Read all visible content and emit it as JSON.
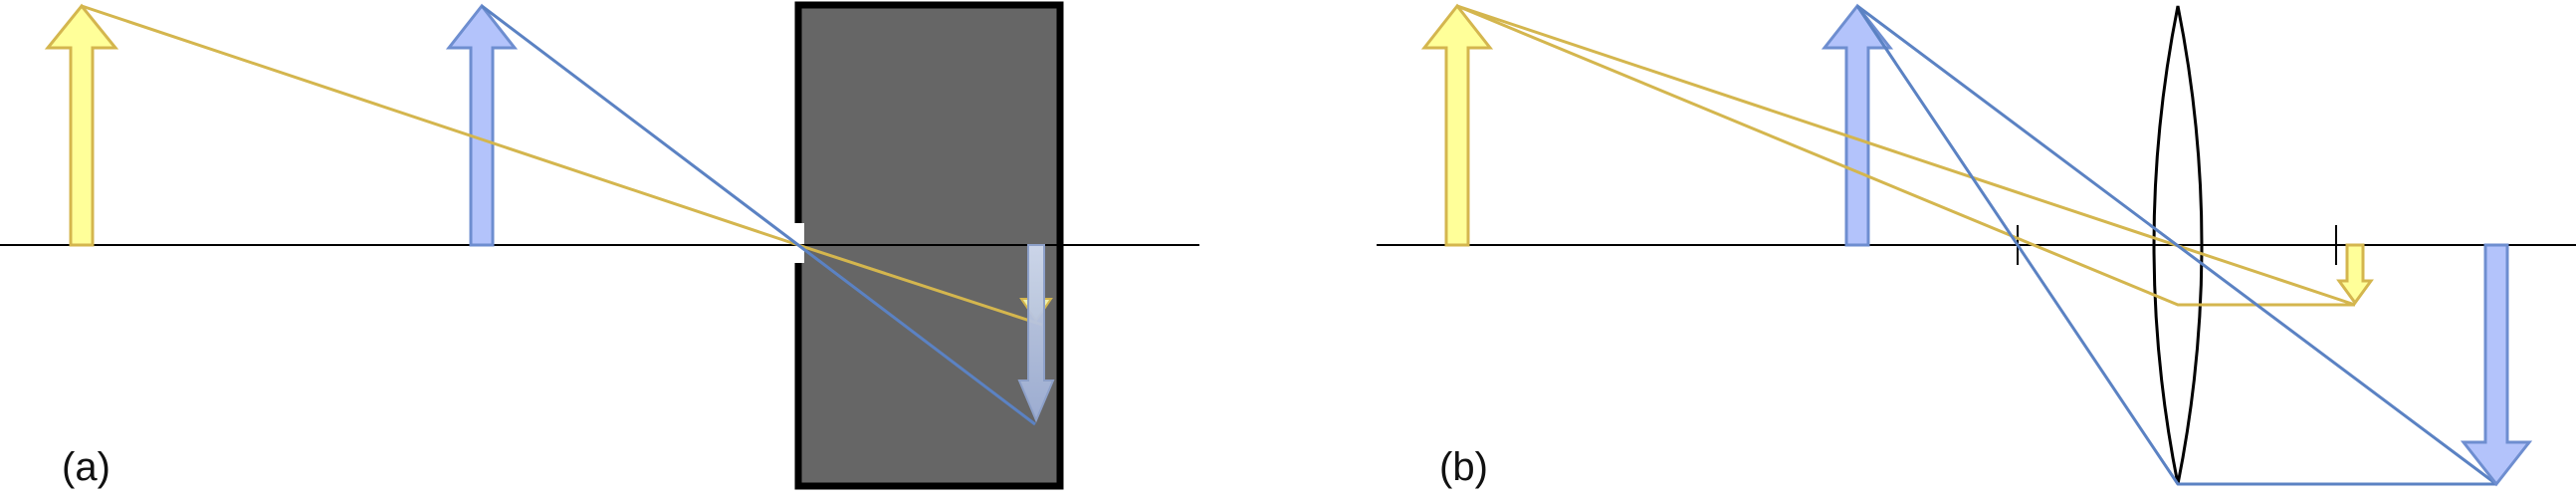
{
  "panels": [
    {
      "id": "a",
      "label": "(a)"
    },
    {
      "id": "b",
      "label": "(b)"
    }
  ],
  "colors": {
    "yellow_fill": "#ffff99",
    "yellow_stroke": "#d4b64e",
    "yellow_ray": "#d4b64e",
    "blue_fill": "#b3c3fb",
    "blue_stroke": "#6e8ed0",
    "blue_ray": "#5b82c3",
    "camera_body": "#666666",
    "axis": "#000000"
  }
}
